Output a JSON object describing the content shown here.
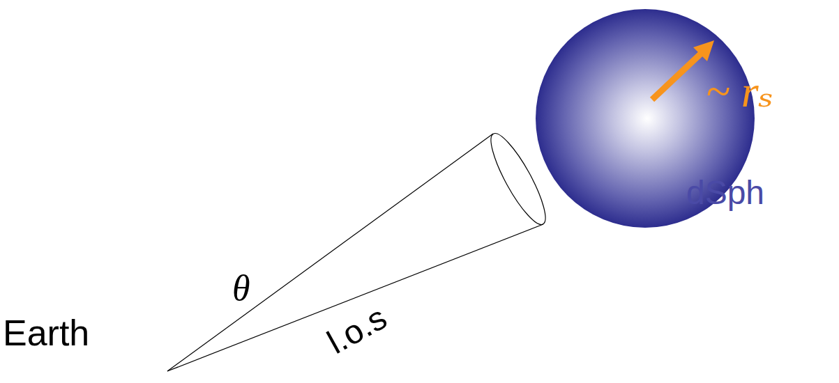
{
  "diagram": {
    "nodes": [
      {
        "text": [
          "dSph"
        ]
      }
    ],
    "labels": [
      "Earth",
      "θ",
      "l.o.s",
      "~ rₛ"
    ]
  }
}
